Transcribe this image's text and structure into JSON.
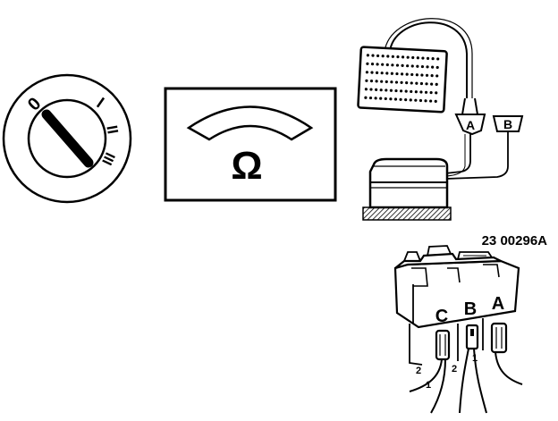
{
  "figure": {
    "reference_code": "23 00296A",
    "ohmmeter_symbol": "Ω",
    "switch_positions": [
      "0",
      "I",
      "II",
      "III"
    ],
    "tester_plugs": [
      "A",
      "B"
    ],
    "connector_terminals": [
      "C",
      "B",
      "A"
    ],
    "wire_labels": [
      "2",
      "1",
      "2",
      "1"
    ]
  }
}
